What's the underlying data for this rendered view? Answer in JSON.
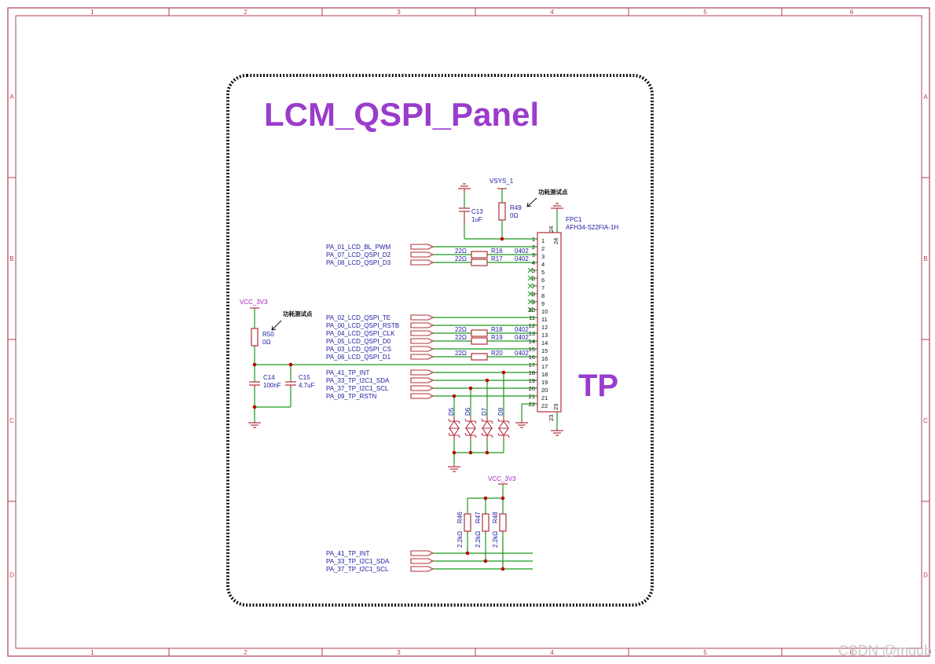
{
  "frame": {
    "columns": [
      "1",
      "2",
      "3",
      "4",
      "5",
      "6"
    ],
    "rows": [
      "A",
      "B",
      "C",
      "D"
    ]
  },
  "block": {
    "title": "LCM_QSPI_Panel",
    "tp_label": "TP"
  },
  "power": {
    "vsys": "VSYS_1",
    "vcc_left": "VCC_3V3",
    "vcc_bottom": "VCC_3V3"
  },
  "notes": {
    "power_test_1": "功耗测试点",
    "power_test_2": "功耗测试点"
  },
  "connector": {
    "ref": "FPC1",
    "part": "AFH34-S22FIA-1H",
    "pins": [
      "1",
      "2",
      "3",
      "4",
      "5",
      "6",
      "7",
      "8",
      "9",
      "10",
      "11",
      "12",
      "13",
      "14",
      "15",
      "16",
      "17",
      "18",
      "19",
      "20",
      "21",
      "22"
    ],
    "extra_pins": [
      "24",
      "23"
    ]
  },
  "components": {
    "C13": {
      "ref": "C13",
      "value": "1uF"
    },
    "R49": {
      "ref": "R49",
      "value": "0Ω"
    },
    "R50": {
      "ref": "R50",
      "value": "0Ω"
    },
    "C14": {
      "ref": "C14",
      "value": "100nF"
    },
    "C15": {
      "ref": "C15",
      "value": "4.7uF"
    },
    "R16": {
      "ref": "R16",
      "value": "22Ω",
      "pkg": "0402"
    },
    "R17": {
      "ref": "R17",
      "value": "22Ω",
      "pkg": "0402"
    },
    "R18": {
      "ref": "R18",
      "value": "22Ω",
      "pkg": "0402"
    },
    "R19": {
      "ref": "R19",
      "value": "22Ω",
      "pkg": "0402"
    },
    "R20": {
      "ref": "R20",
      "value": "22Ω",
      "pkg": "0402"
    },
    "D5": "D5",
    "D6": "D6",
    "D7": "D7",
    "D8": "D8",
    "R46": {
      "ref": "R46",
      "value": "2.2kΩ"
    },
    "R47": {
      "ref": "R47",
      "value": "2.2kΩ"
    },
    "R48": {
      "ref": "R48",
      "value": "2.2kΩ"
    }
  },
  "nets_top": [
    "PA_01_LCD_BL_PWM",
    "PA_07_LCD_QSPI_D2",
    "PA_08_LCD_QSPI_D3"
  ],
  "nets_mid": [
    "PA_02_LCD_QSPI_TE",
    "PA_00_LCD_QSPI_RSTB",
    "PA_04_LCD_QSPI_CLK",
    "PA_05_LCD_QSPI_D0",
    "PA_03_LCD_QSPI_CS",
    "PA_06_LCD_QSPI_D1"
  ],
  "nets_tp": [
    "PA_41_TP_INT",
    "PA_33_TP_I2C1_SDA",
    "PA_37_TP_I2C1_SCL",
    "PA_09_TP_RSTN"
  ],
  "nets_bottom": [
    "PA_41_TP_INT",
    "PA_33_TP_I2C1_SDA",
    "PA_37_TP_I2C1_SCL"
  ],
  "watermark": "CSDN @muub",
  "colors": {
    "frame": "#b04050",
    "wire": "#1a9a1a",
    "part": "#b0303a",
    "net_text": "#1a1aa0",
    "power_text": "#a020c0",
    "title": "#9a3ccc",
    "junction": "#c00000",
    "no_connect": "#1a9a1a"
  }
}
